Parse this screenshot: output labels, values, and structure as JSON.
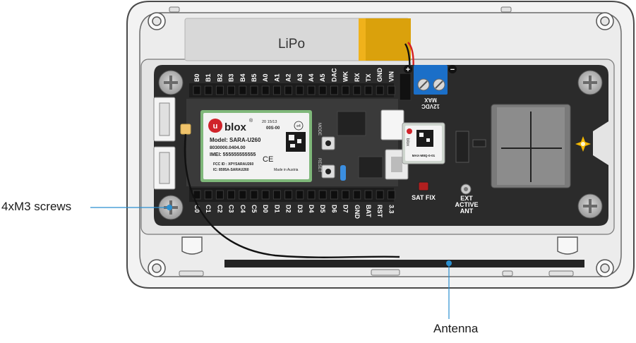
{
  "battery": {
    "label": "LiPo"
  },
  "pins_top": [
    "B0",
    "B1",
    "B2",
    "B3",
    "B4",
    "B5",
    "A0",
    "A1",
    "A2",
    "A3",
    "A4",
    "A5",
    "DAC",
    "WK",
    "RX",
    "TX",
    "GND",
    "VIN"
  ],
  "pins_bottom": [
    "C0",
    "C1",
    "C2",
    "C3",
    "C4",
    "C5",
    "D0",
    "D1",
    "D2",
    "D3",
    "D4",
    "D5",
    "D6",
    "D7",
    "GND",
    "BAT",
    "RST",
    "3.3"
  ],
  "module": {
    "brand": "blox",
    "brand_mark": "u",
    "reg": "®",
    "model": "Model: SARA-U260",
    "serial": "8030000.0404.00",
    "imei": "IMEI: 555555555555",
    "date": "20 15/13",
    "rev": "00S-00",
    "fcc": "FCC ID : XPYSARAU260",
    "ic": "IC: 8595A-SARAU260",
    "ce": "CE",
    "made": "Made in Austria",
    "e4": "e4"
  },
  "board_labels": {
    "mode": "MODE",
    "reset": "RESET",
    "gps_part": "MAX-M8Q-0-01",
    "gps_brand": "blox",
    "sat_fix": "SAT FIX",
    "ext_antenna": [
      "EXT",
      "ACTIVE",
      "ANT"
    ],
    "power_rating": [
      "12VDC",
      "MAX"
    ],
    "plus": "+",
    "minus": "−"
  },
  "callouts": {
    "screws": "4xM3 screws",
    "antenna": "Antenna"
  },
  "colors": {
    "enclosure": "#f1f1f1",
    "enclosure_stroke": "#4a4a4a",
    "board": "#2b2b2b",
    "module_green": "#7fb87a",
    "battery_tape": "#f0b21b",
    "accent_blue": "#1f6fd1",
    "callout_line": "#2a8fd0",
    "terminal_blue": "#1b6fc8"
  }
}
